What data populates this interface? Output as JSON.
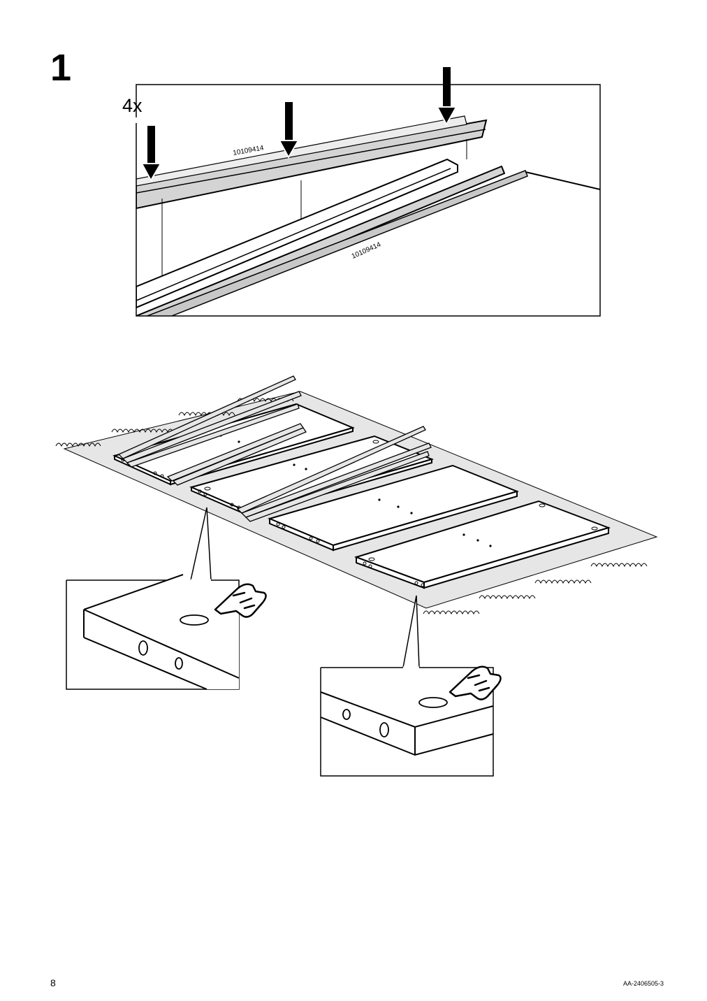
{
  "step": {
    "number": "1"
  },
  "detail_top": {
    "quantity": "4x",
    "part_number_upper": "10109414",
    "part_number_lower": "10109414"
  },
  "footer": {
    "page_number": "8",
    "document_code": "AA-2406505-3"
  },
  "colors": {
    "line": "#000000",
    "part_fill": "#d4d4d4",
    "rug_fill": "#e6e6e6",
    "background": "#ffffff"
  }
}
